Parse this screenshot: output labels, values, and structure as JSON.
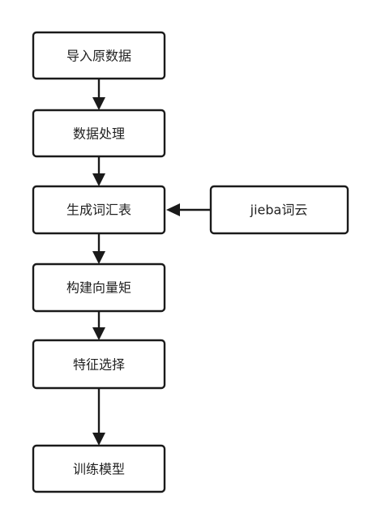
{
  "flowchart": {
    "nodes": {
      "import": "导入原数据",
      "process": "数据处理",
      "vocab": "生成词汇表",
      "jieba": "jieba词云",
      "vector": "构建向量矩",
      "feature": "特征选择",
      "train": "训练模型"
    },
    "colors": {
      "stroke": "#1a1a1a",
      "fill": "#ffffff",
      "text": "#222222"
    }
  }
}
